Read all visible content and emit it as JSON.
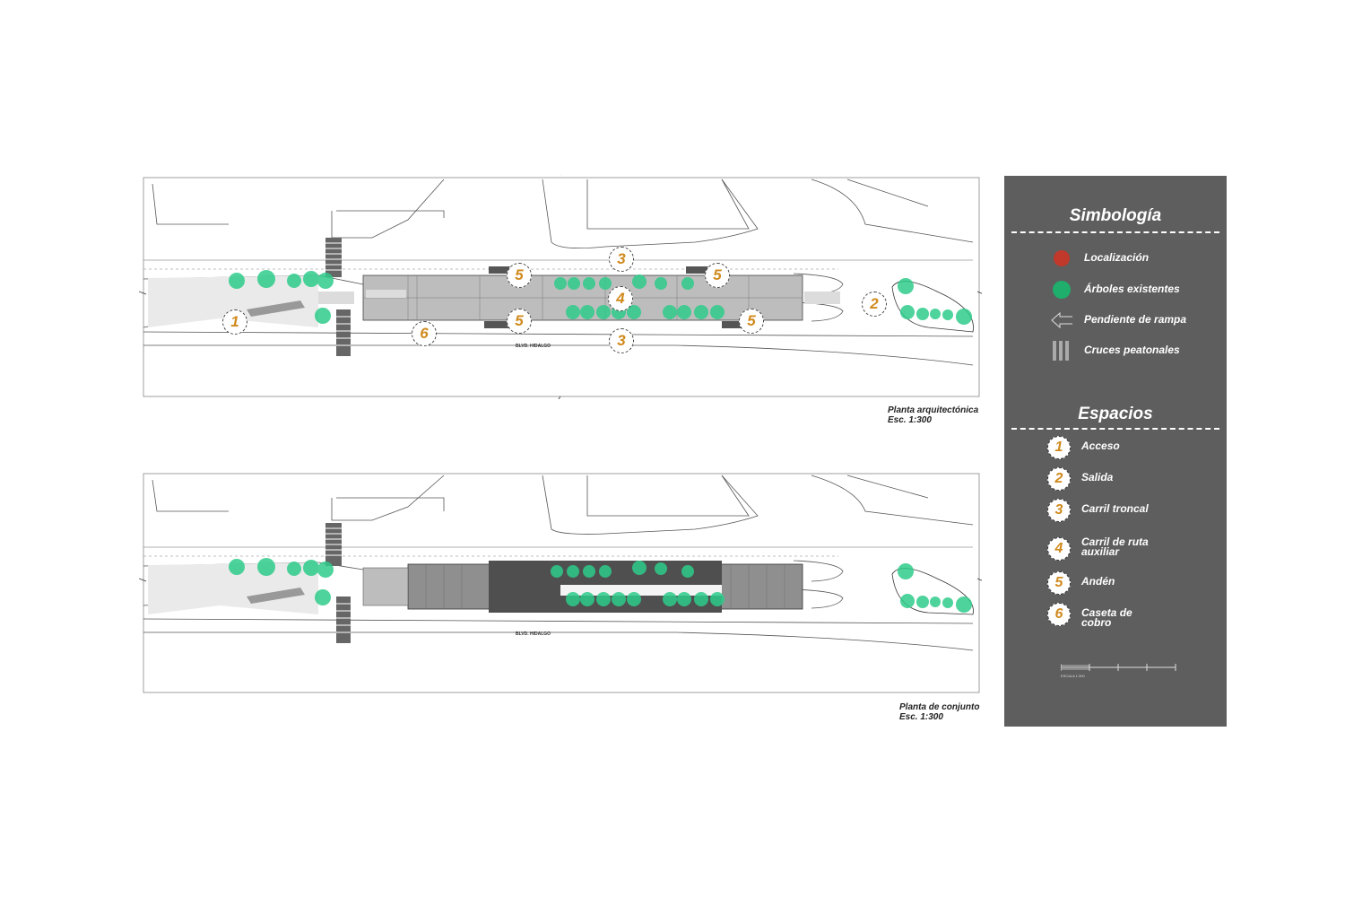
{
  "plans": [
    {
      "caption_title": "Planta arquitectónica",
      "caption_scale": "Esc.  1:300",
      "street_name": "BLVD. HIDALGO",
      "markers": [
        "1",
        "2",
        "3",
        "3",
        "4",
        "5",
        "5",
        "5",
        "5",
        "6"
      ]
    },
    {
      "caption_title": "Planta de conjunto",
      "caption_scale": "Esc.  1:300",
      "street_name": "BLVD. HIDALGO"
    }
  ],
  "legend": {
    "background": "#5e5e5e",
    "symbology_title": "Simbología",
    "symbols": [
      {
        "label": "Localización",
        "icon": "red-circle-icon",
        "color": "#c0392b"
      },
      {
        "label": "Árboles existentes",
        "icon": "green-circle-icon",
        "color": "#1fae6b"
      },
      {
        "label": "Pendiente de rampa",
        "icon": "arrow-left-icon"
      },
      {
        "label": "Cruces peatonales",
        "icon": "crosswalk-icon"
      }
    ],
    "spaces_title": "Espacios",
    "spaces": [
      {
        "number": "1",
        "label": "Acceso"
      },
      {
        "number": "2",
        "label": "Salida"
      },
      {
        "number": "3",
        "label": "Carril troncal"
      },
      {
        "number": "4",
        "label": "Carril de ruta auxiliar"
      },
      {
        "number": "5",
        "label": "Andén"
      },
      {
        "number": "6",
        "label": "Caseta de cobro"
      }
    ],
    "scale_label": "ESCALA 1:300"
  },
  "colors": {
    "tree_green": "#2ecc8a",
    "marker_number": "#d08a1e",
    "legend_bg": "#5e5e5e"
  }
}
